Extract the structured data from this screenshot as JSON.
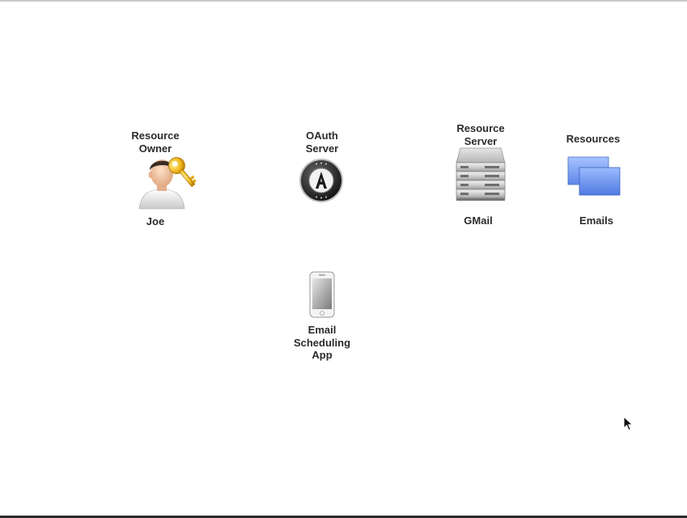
{
  "diagram": {
    "nodes": [
      {
        "role": "Resource\nOwner",
        "name": "Joe",
        "icon": "person-with-key-icon"
      },
      {
        "role": "OAuth\nServer",
        "name": "",
        "icon": "oauth-logo-icon"
      },
      {
        "role": "Resource\nServer",
        "name": "GMail",
        "icon": "server-rack-icon"
      },
      {
        "role": "Resources",
        "name": "Emails",
        "icon": "stacked-documents-icon"
      },
      {
        "role": "",
        "name": "Email\nScheduling\nApp",
        "icon": "smartphone-icon"
      }
    ]
  }
}
